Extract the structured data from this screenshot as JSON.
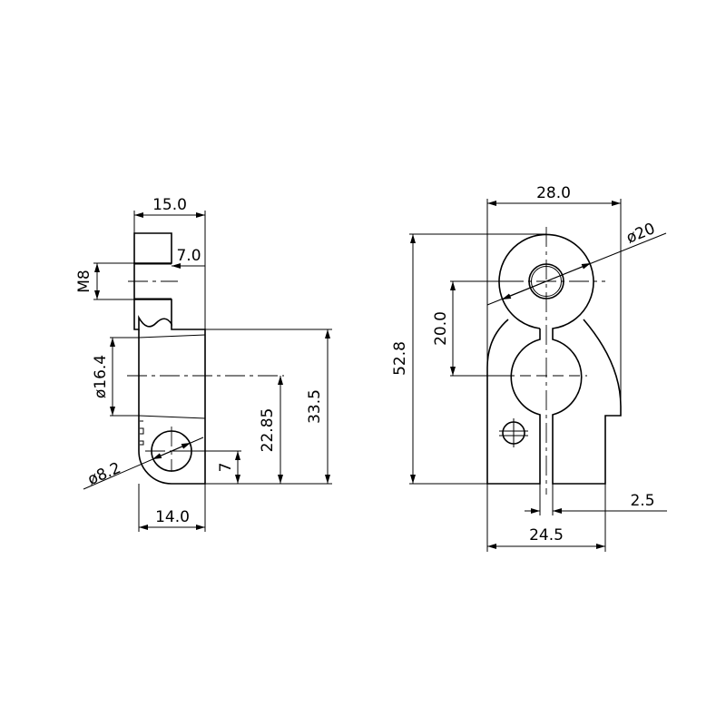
{
  "side_view": {
    "dim_width_top": "15.0",
    "dim_offset": "7.0",
    "dim_thread": "M8",
    "dim_boss_dia": "ø16.4",
    "dim_hole_dia": "ø8.2",
    "dim_hole_height": "7",
    "dim_center_height": "22.85",
    "dim_total_height": "33.5",
    "dim_width_bottom": "14.0"
  },
  "front_view": {
    "dim_width": "28.0",
    "dim_top_dia": "ø20",
    "dim_center_distance": "20.0",
    "dim_height": "52.8",
    "dim_slot": "2.5",
    "dim_base_width": "24.5"
  },
  "colors": {
    "line": "#000000",
    "background": "#ffffff"
  }
}
